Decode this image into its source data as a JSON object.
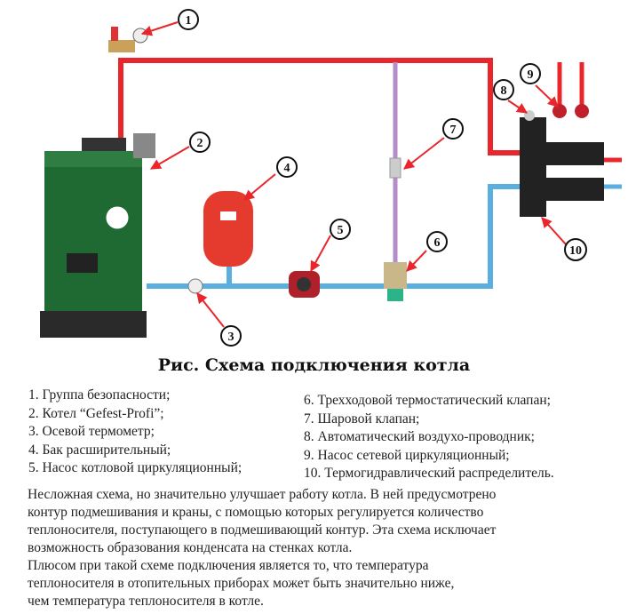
{
  "diagram": {
    "callouts": [
      "1",
      "2",
      "3",
      "4",
      "5",
      "6",
      "7",
      "8",
      "9",
      "10"
    ],
    "colors": {
      "hot_pipe": "#e8262b",
      "cold_pipe": "#5aaee0",
      "mix_pipe": "#b58dc8",
      "boiler": "#1f6a32",
      "tank": "#e53b2f"
    }
  },
  "title": "Рис. Схема подключения котла",
  "legend_left": [
    "1. Группа безопасности;",
    "2. Котел “Gefest-Profi”;",
    "3. Осевой термометр;",
    "4. Бак расширительный;",
    "5. Насос котловой циркуляционный;"
  ],
  "legend_right": [
    "6. Трехходовой термостатический клапан;",
    "7. Шаровой клапан;",
    "8. Автоматический воздухо-проводник;",
    "9. Насос сетевой циркуляционный;",
    "10. Термогидравлический распределитель."
  ],
  "description": [
    "Несложная схема, но значительно улучшает работу котла. В ней предусмотрено",
    "контур подмешивания и краны, с помощью которых регулируется количество",
    "теплоносителя, поступающего в подмешивающий контур. Эта схема исключает",
    "возможность образования конденсата на стенках котла.",
    "Плюсом при такой схеме подключения является то, что температура",
    "теплоносителя в отопительных приборах может быть значительно ниже,",
    "чем температура теплоносителя в котле."
  ]
}
